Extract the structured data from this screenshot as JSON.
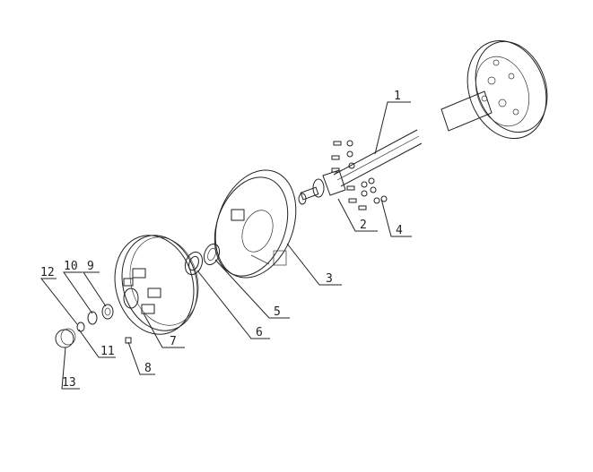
{
  "diagram": {
    "type": "exploded parts diagram",
    "callouts": [
      {
        "id": "1",
        "label": "1"
      },
      {
        "id": "2",
        "label": "2"
      },
      {
        "id": "3",
        "label": "3"
      },
      {
        "id": "4",
        "label": "4"
      },
      {
        "id": "5",
        "label": "5"
      },
      {
        "id": "6",
        "label": "6"
      },
      {
        "id": "7",
        "label": "7"
      },
      {
        "id": "8",
        "label": "8"
      },
      {
        "id": "9",
        "label": "9"
      },
      {
        "id": "10",
        "label": "10"
      },
      {
        "id": "11",
        "label": "11"
      },
      {
        "id": "12",
        "label": "12"
      },
      {
        "id": "13",
        "label": "13"
      }
    ],
    "colors": {
      "line": "#222222",
      "background": "#ffffff"
    }
  }
}
